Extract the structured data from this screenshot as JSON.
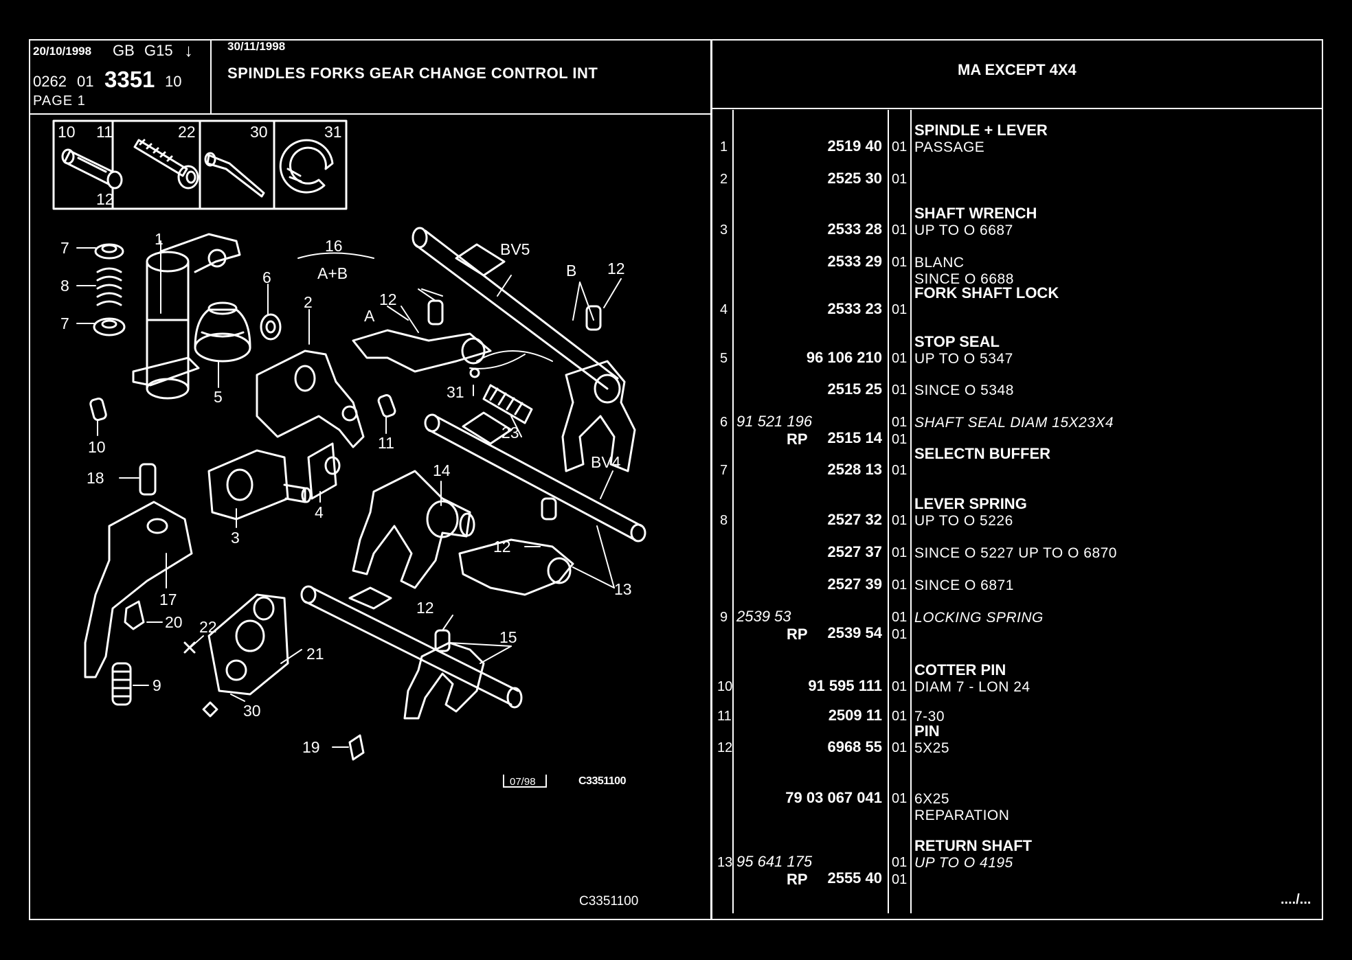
{
  "header": {
    "date1": "20/10/1998",
    "country": "GB",
    "catalog": "G15",
    "arrow": "↓",
    "date2": "30/11/1998",
    "group_prefix": "0262",
    "group_sub": "01",
    "group_num": "3351",
    "group_suffix": "10",
    "page": "PAGE 1",
    "title": "SPINDLES FORKS GEAR CHANGE CONTROL INT",
    "model": "MA EXCEPT 4X4"
  },
  "diagram": {
    "inset_labels": [
      "10",
      "11",
      "12",
      "22",
      "30",
      "31"
    ],
    "callouts": [
      "1",
      "2",
      "3",
      "4",
      "5",
      "6",
      "7",
      "7",
      "8",
      "9",
      "10",
      "11",
      "12",
      "12",
      "12",
      "12",
      "13",
      "14",
      "15",
      "16",
      "A+B",
      "17",
      "18",
      "19",
      "20",
      "21",
      "22",
      "23",
      "30",
      "31",
      "A",
      "B",
      "BV5",
      "BV4"
    ],
    "stamp_date": "07/98",
    "ref_code": "C3351100",
    "footer_code": "C3351100"
  },
  "parts": [
    {
      "idx": "1",
      "pn": "2519 40",
      "qty": "01",
      "desc_bold": "SPINDLE + LEVER",
      "desc": "PASSAGE"
    },
    {
      "idx": "2",
      "pn": "2525 30",
      "qty": "01",
      "desc_bold": "",
      "desc": ""
    },
    {
      "idx": "3",
      "pn": "2533 28",
      "qty": "01",
      "desc_bold": "SHAFT WRENCH",
      "desc": "UP TO O 6687"
    },
    {
      "idx": "",
      "pn": "2533 29",
      "qty": "01",
      "desc_bold": "",
      "desc": "BLANC",
      "desc2": "SINCE O 6688"
    },
    {
      "idx": "4",
      "pn": "2533 23",
      "qty": "01",
      "desc_bold": "FORK SHAFT LOCK",
      "desc": ""
    },
    {
      "idx": "5",
      "pn": "96 106 210",
      "qty": "01",
      "desc_bold": "STOP SEAL",
      "desc": "UP TO O 5347"
    },
    {
      "idx": "",
      "pn": "2515 25",
      "qty": "01",
      "desc_bold": "",
      "desc": "SINCE O 5348"
    },
    {
      "idx": "6",
      "pn_italic": "91 521 196",
      "qty": "01",
      "desc_italic": "SHAFT SEAL DIAM 15X23X4",
      "rp": "RP",
      "pn2": "2515 14",
      "qty2": "01"
    },
    {
      "idx": "7",
      "pn": "2528 13",
      "qty": "01",
      "desc_bold": "SELECTN BUFFER",
      "desc": ""
    },
    {
      "idx": "8",
      "pn": "2527 32",
      "qty": "01",
      "desc_bold": "LEVER SPRING",
      "desc": "UP TO O 5226"
    },
    {
      "idx": "",
      "pn": "2527 37",
      "qty": "01",
      "desc_bold": "",
      "desc": "SINCE O 5227 UP TO O 6870"
    },
    {
      "idx": "",
      "pn": "2527 39",
      "qty": "01",
      "desc_bold": "",
      "desc": "SINCE O 6871"
    },
    {
      "idx": "9",
      "pn_italic": "2539 53",
      "qty": "01",
      "desc_italic": "LOCKING SPRING",
      "rp": "RP",
      "pn2": "2539 54",
      "qty2": "01"
    },
    {
      "idx": "10",
      "pn": "91 595 111",
      "qty": "01",
      "desc_bold": "COTTER PIN",
      "desc": "DIAM 7 - LON 24"
    },
    {
      "idx": "11",
      "pn": "2509 11",
      "qty": "01",
      "desc_bold": "",
      "desc": "7-30"
    },
    {
      "idx": "12",
      "pn": "6968 55",
      "qty": "01",
      "desc_bold": "PIN",
      "desc": "5X25"
    },
    {
      "idx": "",
      "pn": "79 03 067 041",
      "qty": "01",
      "desc_bold": "",
      "desc": "6X25",
      "desc2": "REPARATION"
    },
    {
      "idx": "13",
      "pn_italic": "95 641 175",
      "qty": "01",
      "desc_bold": "RETURN SHAFT",
      "desc_italic": "UP TO O 4195",
      "rp": "RP",
      "pn2": "2555 40",
      "qty2": "01"
    }
  ],
  "continued": "..../..."
}
